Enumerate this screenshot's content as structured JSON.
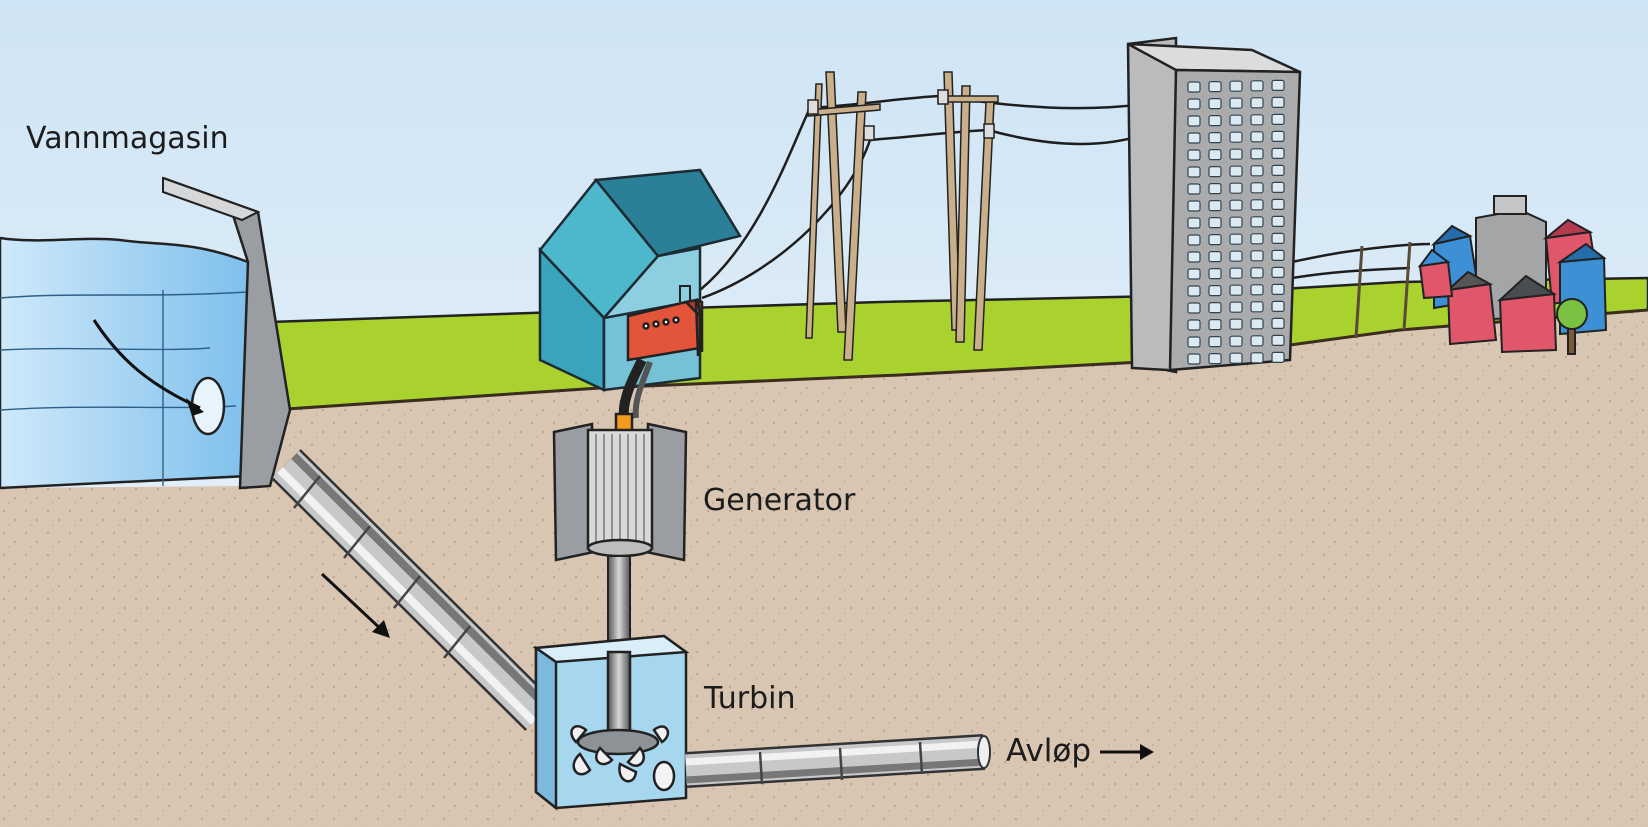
{
  "labels": {
    "reservoir": "Vannmagasin",
    "generator": "Generator",
    "turbine": "Turbin",
    "outlet": "Avløp"
  },
  "colors": {
    "sky_top": "#cfe4f4",
    "sky_bottom": "#eef6fc",
    "grass": "#a9d22f",
    "soil": "#d8c6b2",
    "water": "#9fd0f0",
    "dam": "#9a9ea3",
    "power_house": "#3a9fb6",
    "generator_box": "#e2553a",
    "building": "#a9abad",
    "houses_red": "#e0566a",
    "houses_blue": "#3d8fd6"
  },
  "icons": [
    "flow-arrow-icon",
    "outlet-arrow-icon"
  ]
}
